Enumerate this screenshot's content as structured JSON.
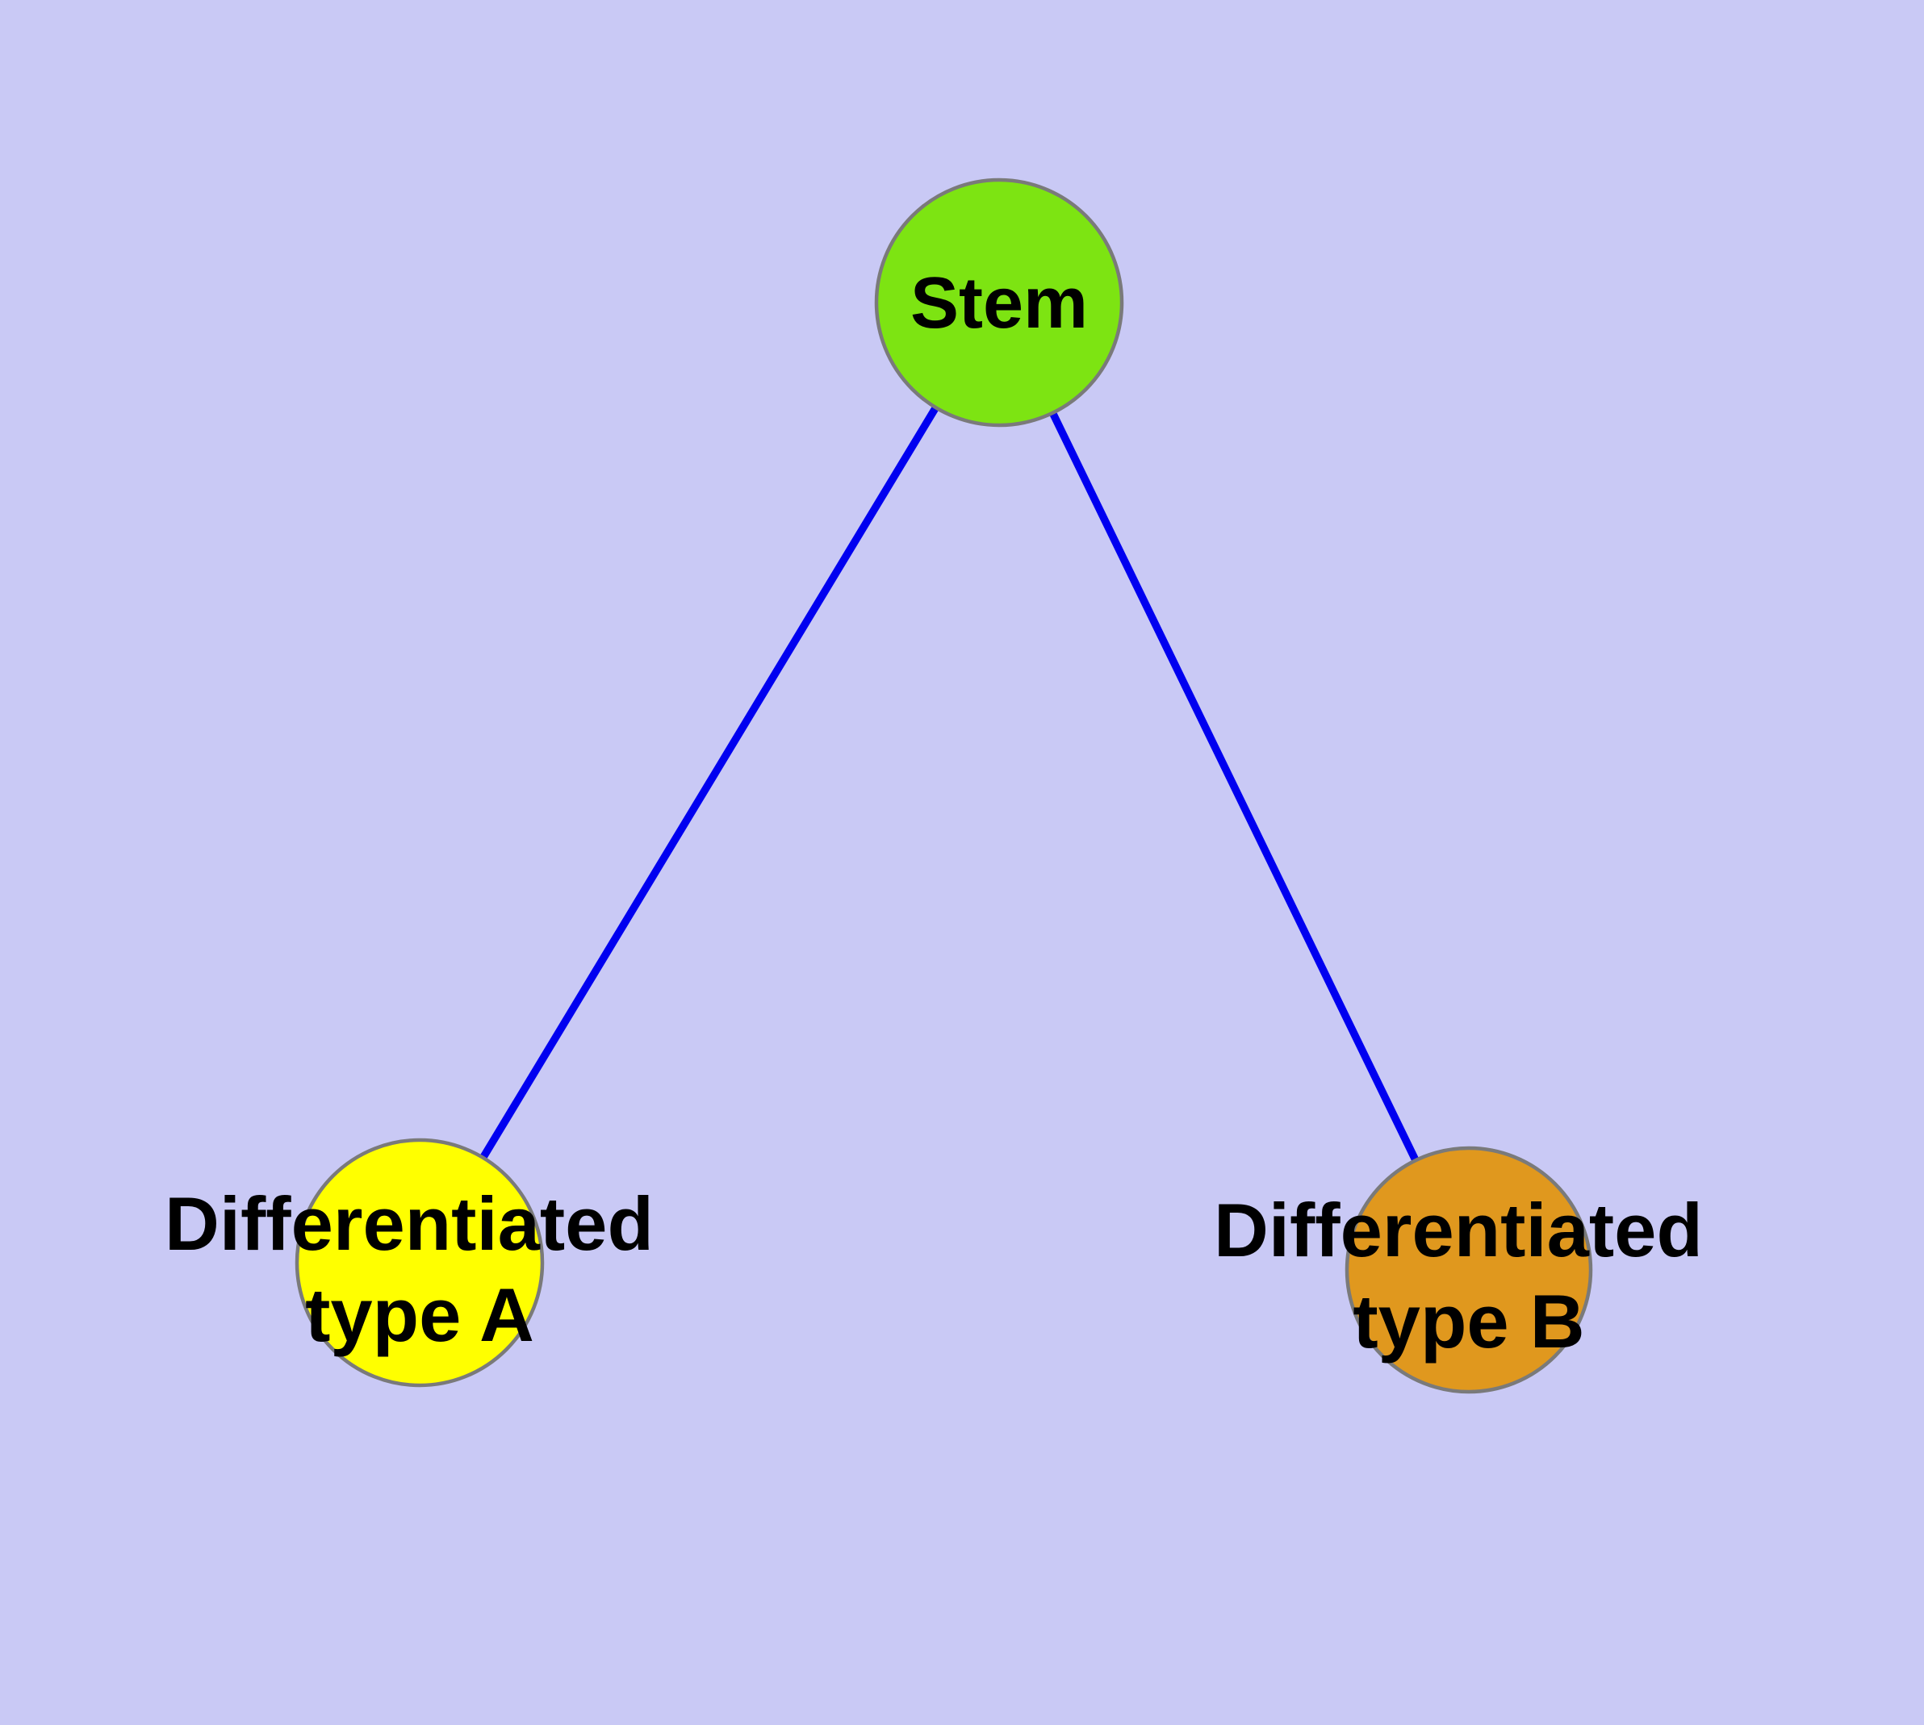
{
  "diagram": {
    "type": "node-link-graph",
    "background_color": "#C9C9F5",
    "edge_color": "#0000F0",
    "node_border_color": "#7A7A7A",
    "label_color": "#000000",
    "nodes": [
      {
        "id": "stem",
        "label": "Stem",
        "lines": [
          "Stem"
        ],
        "color": "#7DE412"
      },
      {
        "id": "differentiated-type-a",
        "label": "Differentiated type A",
        "lines": [
          "Differentiated",
          "type A"
        ],
        "color": "#FFFF00"
      },
      {
        "id": "differentiated-type-b",
        "label": "Differentiated type B",
        "lines": [
          "Differentiated",
          "type B"
        ],
        "color": "#E0981E"
      }
    ],
    "edges": [
      {
        "from": "Stem",
        "to": "Differentiated type A"
      },
      {
        "from": "Stem",
        "to": "Differentiated type B"
      }
    ]
  }
}
